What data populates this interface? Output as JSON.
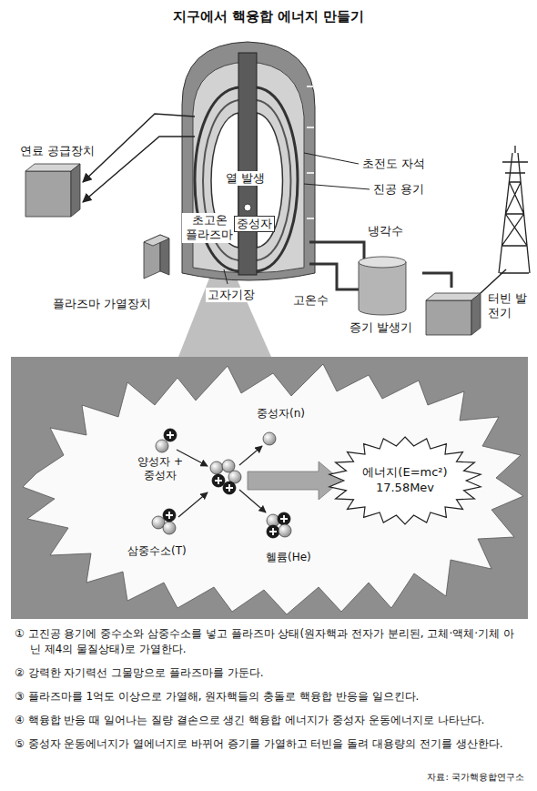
{
  "diagram": {
    "title": "지구에서 핵융합 에너지 만들기",
    "nodes": [
      {
        "text": [
          "연료 공급장치"
        ]
      },
      {
        "text": [
          "플라즈마 가열장치"
        ]
      },
      {
        "text": [
          "증기 발생기"
        ]
      },
      {
        "text": [
          "터빈 발전기"
        ]
      },
      {
        "text": [
          "에너지(E=mc²)",
          "17.58Mev"
        ]
      }
    ],
    "edges": [
      {
        "from": 2,
        "to": 3,
        "arrow": "none"
      }
    ],
    "labels": [
      "초전도 자석",
      "진공 용기",
      "열 발생",
      "초고온 플라즈마",
      "중성자",
      "냉각수",
      "고자기장",
      "고온수",
      "중성자(n)",
      "양성자 + 중성자",
      "삼중수소(T)",
      "헬륨(He)",
      "① 고진공 용기에 중수소와 삼중수소를 넣고 플라즈마 상태(원자핵과 전자가 분리된, 고체·액체·기체 아닌 제4의 물질상태)로 가열한다.",
      "② 강력한 자기력선 그물망으로 플라즈마를 가둔다.",
      "③ 플라즈마를 1억도 이상으로 가열해, 원자핵들의 충돌로 핵융합 반응을 일으킨다.",
      "④ 핵융합 반응 때 일어나는 질량 결손으로 생긴 핵융합 에너지가 중성자 운동에너지로 나타난다.",
      "⑤ 중성자 운동에너지가 열에너지로 바뀌어 증기를 가열하고 터빈을 돌려 대용량의 전기를 생산한다.",
      "자료: 국가핵융합연구소"
    ]
  }
}
